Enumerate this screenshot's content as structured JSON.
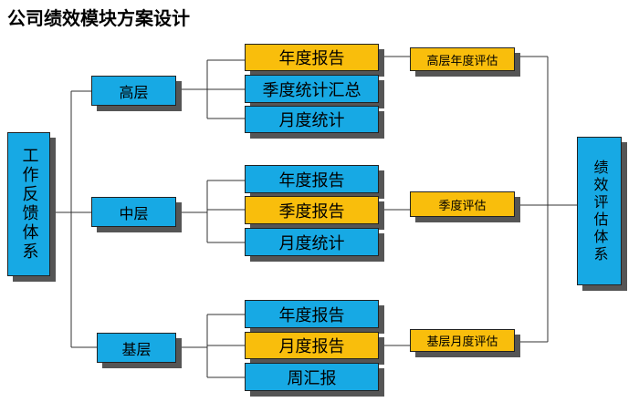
{
  "title": "公司绩效模块方案设计",
  "root": "工作反馈体系",
  "levels": [
    {
      "name": "高层",
      "reports": [
        "年度报告",
        "季度统计汇总",
        "月度统计"
      ],
      "evaluation": "高层年度评估"
    },
    {
      "name": "中层",
      "reports": [
        "年度报告",
        "季度报告",
        "月度统计"
      ],
      "evaluation": "季度评估"
    },
    {
      "name": "基层",
      "reports": [
        "年度报告",
        "月度报告",
        "周汇报"
      ],
      "evaluation": "基层月度评估"
    }
  ],
  "result": "绩效评估体系",
  "colors": {
    "blue": "#17a9e4",
    "orange": "#f9be0c",
    "shadow": "#555555"
  }
}
